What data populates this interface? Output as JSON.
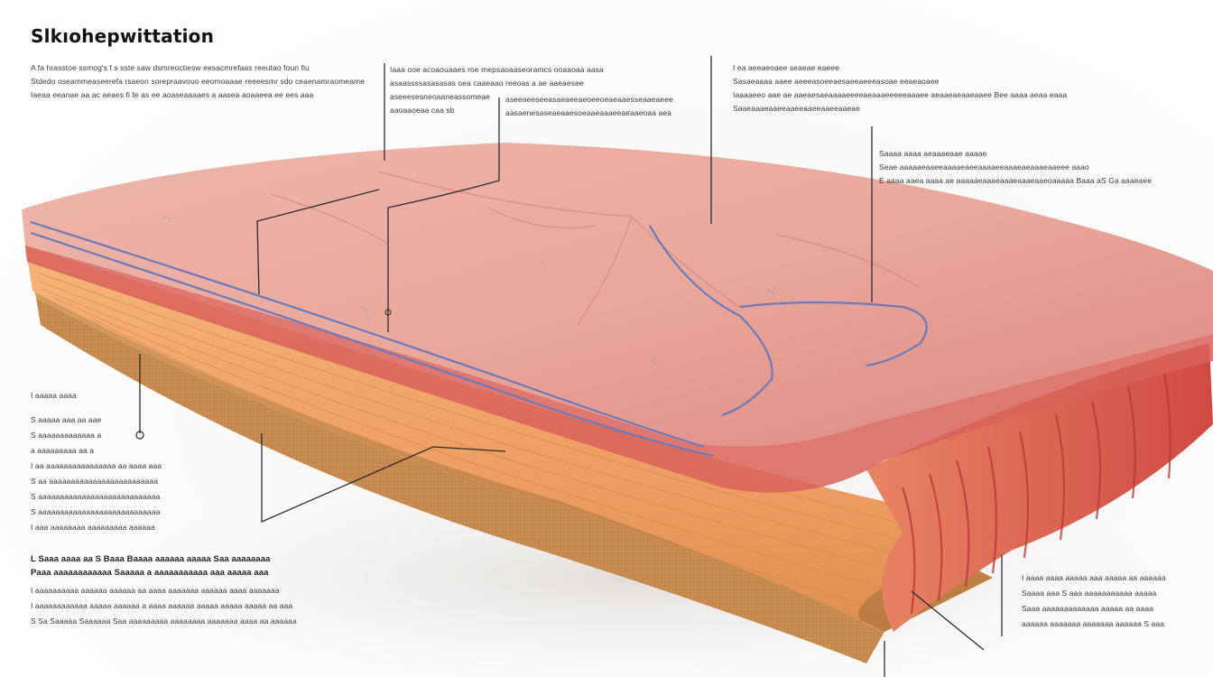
{
  "title": "Slkıohepwittation",
  "annotations": {
    "top_left": [
      "A fa hrasstoe ssmog's f s sste saw dsmreoctiesw eesacmrefaas reeutao foun fiu",
      "Stdedo oseammeaseerefa rsaeon sorepraavouo eeomoaaae reeeesmr sdo ceaenamraomeame",
      "Iaeaa eeanae aa ac aeaes fi fe as ee aoaseaaaaes a aasea aoaaeea ee ees aaa"
    ],
    "top_center": [
      "Iaaa ooe acoaouaaes roe mepsaoaaseoramcs ooaaoaa aasa",
      "asaassssasasasas oea caaeaao reeoas a ae aaeaesee",
      "aseeesesneoaaneassomeae",
      "aaoaaoeaa caa sb"
    ],
    "top_center_right": [
      "aseeaeeseeasaeaeeaeoeeoeaeaaesseaaeaeee",
      "aasaenesaseaeaaesoeaaeaaaeeaeaaeoaa aea"
    ],
    "top_right": [
      "I ea aeeaeoaee seaeae eaeee",
      "Sasaeaaaa aaee aeeeasoeeaesaeeaeeeasoae eeaeaoaee",
      "Iaaaaeeo aae ae aaeaesaeaaaaeeeeaeaaaeeeeeaaaee aeaaeaeaaeaaee Bee aaaa aeaa eaaa",
      "Saaeaaaeaaeeaaeeaaeeaaeeaaeae"
    ],
    "mid_right": [
      "Saaaa aaaa aeaaaeaae aaaae",
      "Seae aaaaaeaaeeaaaaeaeeaaaaeeaaaeaeaaaeaaeee aaao",
      "E aaaa aaea aaaa ae aaaaaeaaaeaaaeaaaeaaeoaaaaa Baaa aS Ga aaaeaee"
    ],
    "left_block": [
      "I aaaaa aaaa",
      "S aaaaa aaa aa aae",
      "S aaaaaaaaaaaaa a",
      "a aaaaaaaaa aa a",
      "I aa aaaaaaaaaaaaaaaa aa aaaa aaa",
      "S aa aaaaaaaaaaaaaaaaaaaaaaaaa",
      "S aaaaaaaaaaaaaaaaaaaaaaaaaaaa",
      "S aaaaaaaaaaaaaaaaaaaaaaaaaaaa",
      "I aaa aaaaaaaa aaaaaaaaa aaaaaa"
    ],
    "bottom_left_heading": [
      "L Saaa aaaa aa S Baaa Baaaa aaaaaa aaaaa Saa aaaaaaaa",
      "Paaa aaaaaaaaaaaa Saaaaa a aaaaaaaaaaa aaa aaaaa aaa"
    ],
    "bottom_left": [
      "I aaaaaaaaaa aaaaaa aaaaaa aa aaaa aaaaaaa aaaaaa aaaa aaaaaaa",
      "I aaaaaaaaaaaa aaaaa aaaaaa a aaaa aaaaaa aaaaa aaaaa aaaaa aa aaa",
      "S Sa Saaaaa Saaaaaa Saa aaaaaaaaa aaaaaaaa aaaaaaa aaaa aa aaaaaa"
    ],
    "bottom_right": [
      "I aaaa aaaa aaaaa aaa aaaaa aa aaaaaa",
      "Saaaa aaa S aaa aaaaaaaaaaa aaaaa",
      "Saaa aaaaaaaaaaaaa aaaaa aa aaaa",
      "aaaaaa aaaaaaa aaaaaaa aaaaaa S aaa"
    ]
  },
  "colors": {
    "epidermis": "#e9a79b",
    "epidermis_edge": "#d8655d",
    "dermis": "#f2a86f",
    "hypodermis": "#d99a55",
    "muscle": "#d3524a",
    "vessel": "#6d79b8",
    "leader": "#2d2d2d"
  }
}
